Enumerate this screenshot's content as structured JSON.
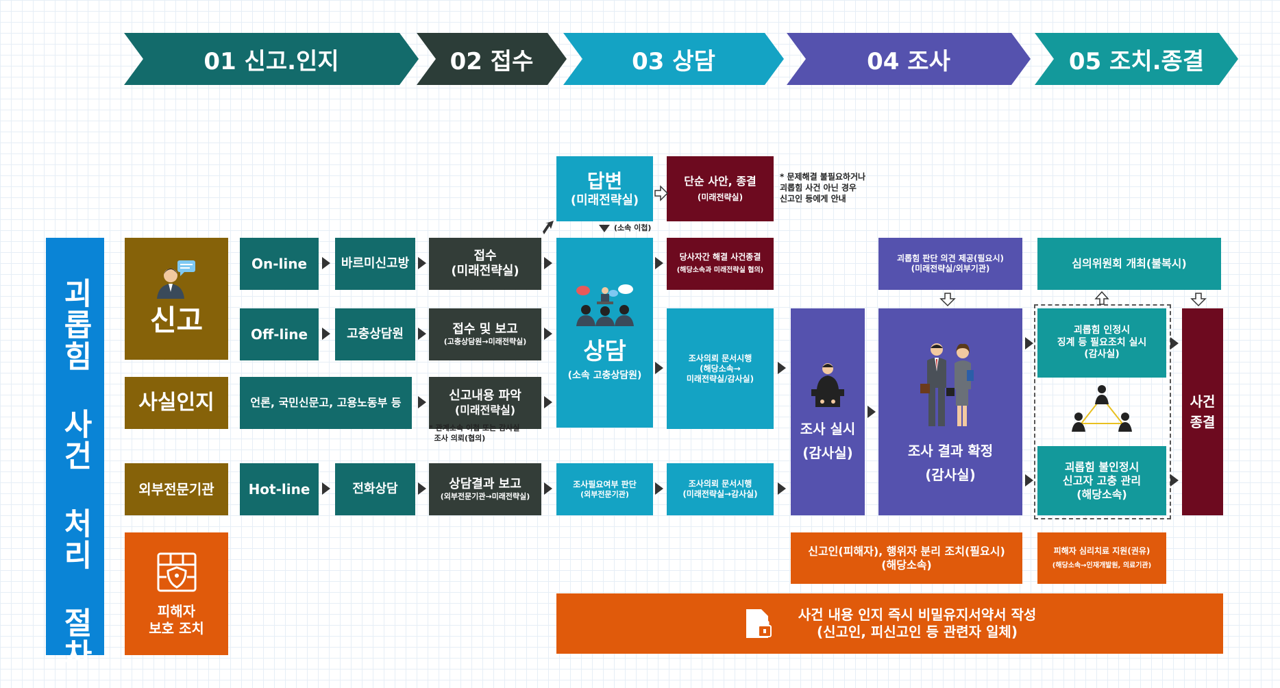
{
  "colors": {
    "step1": "#136b6b",
    "step2": "#2c3d38",
    "step3": "#14a3c4",
    "step4": "#5552ae",
    "step5": "#13999b",
    "brown": "#866209",
    "teal": "#136b6b",
    "charcoal": "#333d38",
    "cyan": "#14a3c4",
    "maroon": "#6d0a1f",
    "purple": "#5552ae",
    "orange": "#e05a0b",
    "blue": "#0a84d6"
  },
  "steps": [
    "01 신고.인지",
    "02 접수",
    "03 상담",
    "04 조사",
    "05 조치.종결"
  ],
  "vertical_title": "괴롭힘 사건 처리 절차",
  "left": {
    "report": "신고",
    "awareness": "사실인지",
    "external": "외부전문기관",
    "victim": "피해자\n보호 조치"
  },
  "channels": {
    "online": "On-line",
    "offline": "Off-line",
    "media": "언론, 국민신문고, 고용노동부 등",
    "hotline": "Hot-line",
    "barumi": "바르미신고방",
    "grievance": "고충상담원",
    "phone": "전화상담"
  },
  "receipt": {
    "r1_title": "접수",
    "r1_sub": "(미래전략실)",
    "r2_title": "접수 및 보고",
    "r2_sub": "(고충상담원→미래전략실)",
    "r3_title": "신고내용 파악",
    "r3_sub": "(미래전략실)",
    "r4_title": "상담결과 보고",
    "r4_sub": "(외부전문기관→미래전략실)",
    "note": "* 관계소속 이첩 또는 감사실\n  조사 의뢰(협의)"
  },
  "counsel": {
    "answer_title": "답변",
    "answer_sub": "(미래전략실)",
    "transfer_note": "(소속 이첩)",
    "main_title": "상담",
    "main_sub": "(소속 고충상담원)",
    "need_title": "조사필요여부 판단",
    "need_sub": "(외부전문기관)"
  },
  "simple": {
    "title": "단순 사안, 종결",
    "sub": "(미래전략실)",
    "note": "* 문제해결 불필요하거나\n괴롭힘 사건 아닌 경우\n신고인 등에게 안내"
  },
  "parties": {
    "title": "당사자간 해결 사건종결",
    "sub": "(해당소속과 미래전략실 협의)"
  },
  "request1": {
    "title": "조사의뢰 문서시행",
    "sub": "(해당소속→\n미래전략실/감사실)"
  },
  "request2": {
    "title": "조사의뢰 문서시행",
    "sub": "(미래전략실→감사실)"
  },
  "investigate": {
    "title": "조사 실시",
    "sub": "(감사실)"
  },
  "opinion": {
    "title": "괴롭힘 판단 의견 제공(필요시)",
    "sub": "(미래전략실/외부기관)"
  },
  "result": {
    "title": "조사 결과 확정",
    "sub": "(감사실)"
  },
  "committee": "심의위원회 개최(불복시)",
  "recognized": {
    "line1": "괴롭힘 인정시",
    "line2": "징계 등 필요조치 실시",
    "sub": "(감사실)"
  },
  "not_recognized": {
    "line1": "괴롭힘 불인정시",
    "line2": "신고자 고충 관리",
    "sub": "(해당소속)"
  },
  "closure": "사건\n종결",
  "separation": {
    "title": "신고인(피해자), 행위자 분리 조치(필요시)",
    "sub": "(해당소속)"
  },
  "therapy": {
    "title": "피해자 심리치료 지원(권유)",
    "sub": "(해당소속→인재개발원, 의료기관)"
  },
  "confidential": {
    "line1": "사건 내용 인지 즉시 비밀유지서약서 작성",
    "line2": "(신고인, 피신고인 등 관련자 일체)"
  }
}
